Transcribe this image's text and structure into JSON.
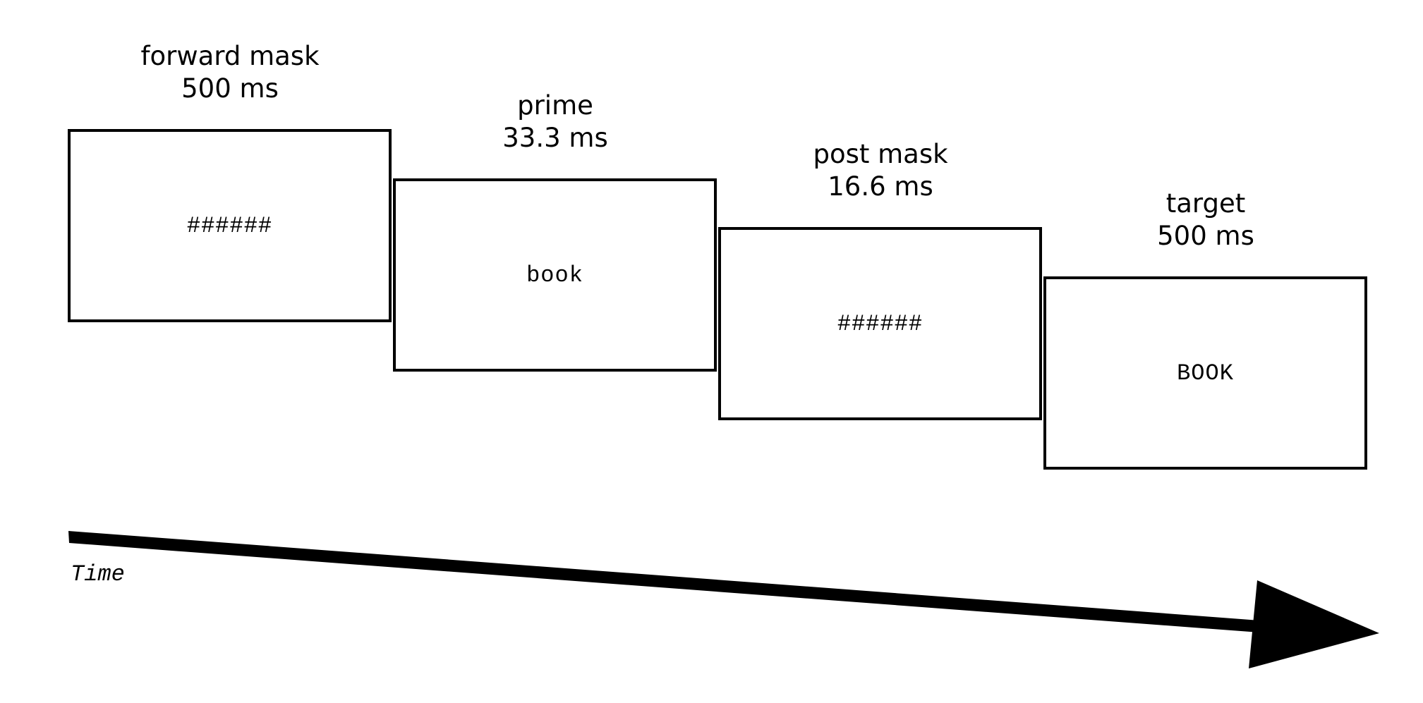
{
  "stages": [
    {
      "name": "forward mask",
      "duration": "500 ms",
      "stimulus": "######"
    },
    {
      "name": "prime",
      "duration": "33.3 ms",
      "stimulus": "book"
    },
    {
      "name": "post mask",
      "duration": "16.6 ms",
      "stimulus": "######"
    },
    {
      "name": "target",
      "duration": "500 ms",
      "stimulus": "BOOK"
    }
  ],
  "axis": {
    "label": "Time"
  },
  "colors": {
    "ink": "#000000",
    "background": "#ffffff"
  }
}
